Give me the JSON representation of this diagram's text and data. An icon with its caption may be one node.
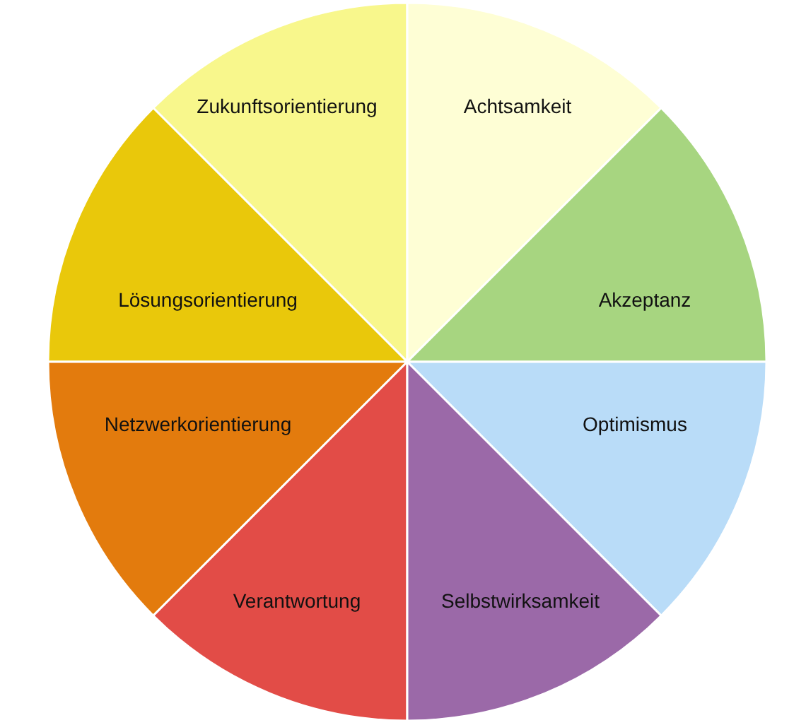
{
  "diagram": {
    "nodes": [
      {
        "text": [
          "Zukunftsorientierung"
        ]
      },
      {
        "text": [
          "Achtsamkeit"
        ]
      },
      {
        "text": [
          "Lösungsorientierung"
        ]
      },
      {
        "text": [
          "Akzeptanz"
        ]
      },
      {
        "text": [
          "Netzwerkorientierung"
        ]
      },
      {
        "text": [
          "Optimismus"
        ]
      },
      {
        "text": [
          "Verantwortung"
        ]
      },
      {
        "text": [
          "Selbstwirksamkeit"
        ]
      }
    ]
  }
}
